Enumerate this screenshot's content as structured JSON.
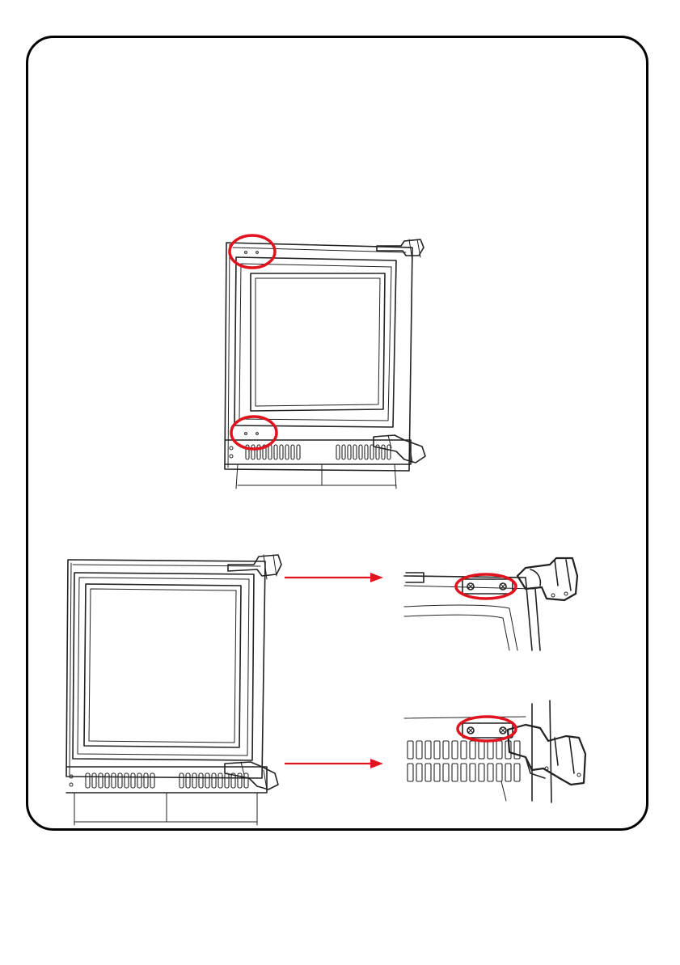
{
  "colors": {
    "highlight": "#e0141e",
    "line": "#222222",
    "frame": "#000000",
    "background": "#ffffff"
  },
  "figures": {
    "overview": {
      "name": "fridge-overview",
      "highlight_circles": 2
    },
    "front_view": {
      "name": "fridge-front-view"
    },
    "detail_top": {
      "name": "top-hinge-detail",
      "screws": 2
    },
    "detail_bottom": {
      "name": "bottom-hinge-detail",
      "screws": 2
    }
  },
  "icons": {
    "highlight": "red-circle-highlight-icon",
    "pointer": "red-arrow-icon",
    "hinge": "hinge-icon",
    "screw": "screw-icon"
  }
}
